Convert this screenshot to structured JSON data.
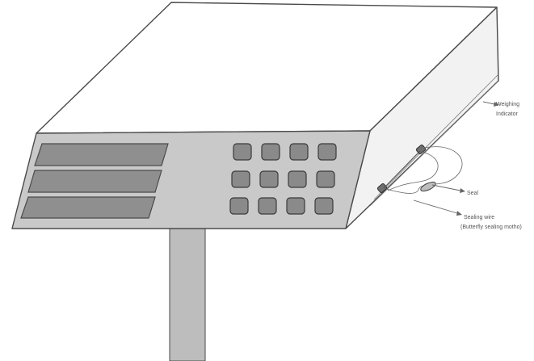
{
  "labels": {
    "weighing_indicator_line1": "Weighing",
    "weighing_indicator_line2": "Indicator",
    "seal": "Seal",
    "sealing_wire_line1": "Sealing wire",
    "sealing_wire_line2": "(Butterfly sealing motho)"
  },
  "display": {
    "window_count": 3
  },
  "keypad": {
    "rows": 3,
    "columns": 4
  },
  "colors": {
    "top_face": "#ffffff",
    "front_face": "#c9c9c9",
    "side_face": "#f2f2f2",
    "display_window": "#8f8f8f",
    "keys": "#8a8a8a",
    "pole": "#bdbdbd",
    "outline": "#4a4a4a"
  }
}
